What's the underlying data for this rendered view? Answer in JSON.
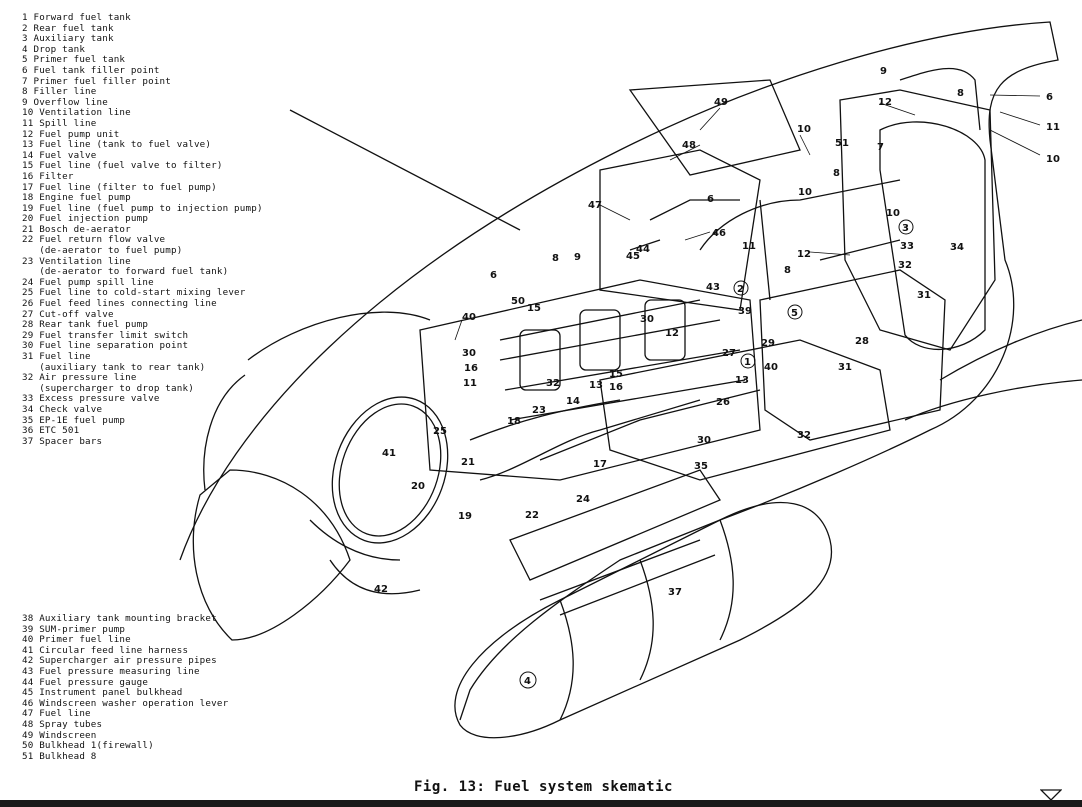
{
  "legend_top": [
    "1 Forward fuel tank",
    "2 Rear fuel tank",
    "3 Auxiliary tank",
    "4 Drop tank",
    "5 Primer fuel tank",
    "6 Fuel tank filler point",
    "7 Primer fuel filler point",
    "8 Filler line",
    "9 Overflow line",
    "10 Ventilation line",
    "11 Spill line",
    "12 Fuel pump unit",
    "13 Fuel line (tank to fuel valve)",
    "14 Fuel valve",
    "15 Fuel line (fuel valve to filter)",
    "16 Filter",
    "17 Fuel line (filter to fuel pump)",
    "18 Engine fuel pump",
    "19 Fuel line (fuel pump to injection pump)",
    "20 Fuel injection pump",
    "21 Bosch de-aerator",
    "22 Fuel return flow valve",
    "   (de-aerator to fuel pump)",
    "23 Ventilation line",
    "   (de-aerator to forward fuel tank)",
    "24 Fuel pump spill line",
    "25 Fuel line to cold-start mixing lever",
    "26 Fuel feed lines connecting line",
    "27 Cut-off valve",
    "28 Rear tank fuel pump",
    "29 Fuel transfer limit switch",
    "30 Fuel line separation point",
    "31 Fuel line",
    "   (auxiliary tank to rear tank)",
    "32 Air pressure line",
    "   (supercharger to drop tank)",
    "33 Excess pressure valve",
    "34 Check valve",
    "35 EP-1E fuel pump",
    "36 ETC 501",
    "37 Spacer bars"
  ],
  "legend_bottom": [
    "38 Auxiliary tank mounting bracket",
    "39 SUM-primer pump",
    "40 Primer fuel line",
    "41 Circular feed line harness",
    "42 Supercharger air pressure pipes",
    "43 Fuel pressure measuring line",
    "44 Fuel pressure gauge",
    "45 Instrument panel bulkhead",
    "46 Windscreen washer operation lever",
    "47 Fuel line",
    "48 Spray tubes",
    "49 Windscreen",
    "50 Bulkhead 1(firewall)",
    "51 Bulkhead 8"
  ],
  "caption": "Fig. 13: Fuel system skematic",
  "callouts": {
    "c49": "49",
    "c48": "48",
    "c47": "47",
    "c46": "46",
    "c45": "45",
    "c44": "44",
    "c43": "43",
    "c51": "51",
    "c10a": "10",
    "c10b": "10",
    "c10c": "10",
    "c10d": "10",
    "c9a": "9",
    "c9b": "9",
    "c8a": "8",
    "c8b": "8",
    "c8c": "8",
    "c8d": "8",
    "c6a": "6",
    "c6b": "6",
    "c6c": "6",
    "c11a": "11",
    "c11b": "11",
    "c11c": "11",
    "c12a": "12",
    "c12b": "12",
    "c12c": "12",
    "c7": "7",
    "c3": "3",
    "c2": "2",
    "c1": "1",
    "c5": "5",
    "c33": "33",
    "c34": "34",
    "c32a": "32",
    "c32b": "32",
    "c32c": "32",
    "c31a": "31",
    "c31b": "31",
    "c28": "28",
    "c29": "29",
    "c39": "39",
    "c40a": "40",
    "c40b": "40",
    "c30a": "30",
    "c30b": "30",
    "c30c": "30",
    "c27": "27",
    "c13a": "13",
    "c13b": "13",
    "c14": "14",
    "c15a": "15",
    "c15b": "15",
    "c16a": "16",
    "c16b": "16",
    "c50": "50",
    "c26": "26",
    "c23": "23",
    "c18": "18",
    "c17": "17",
    "c25": "25",
    "c41": "41",
    "c21": "21",
    "c20": "20",
    "c22": "22",
    "c24": "24",
    "c19": "19",
    "c35": "35",
    "c42": "42",
    "c37": "37",
    "c4": "4"
  },
  "colors": {
    "ink": "#111111",
    "background": "#ffffff",
    "bottom_bar": "#1a1a1a"
  }
}
